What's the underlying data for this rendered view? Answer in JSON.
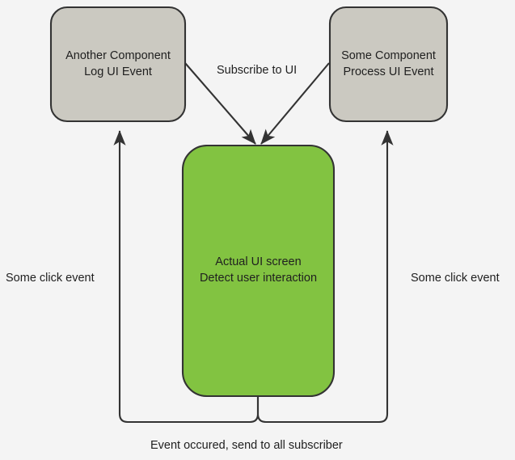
{
  "diagram": {
    "type": "flow-diagram",
    "background_color": "#f4f4f4",
    "nodes": [
      {
        "id": "another-component",
        "line1": "Another Component",
        "line2": "Log UI Event",
        "fill": "#cbc9c1",
        "stroke": "#333333",
        "shape": "rounded-rectangle"
      },
      {
        "id": "some-component",
        "line1": "Some Component",
        "line2": "Process UI Event",
        "fill": "#cbc9c1",
        "stroke": "#333333",
        "shape": "rounded-rectangle"
      },
      {
        "id": "actual-ui-screen",
        "line1": "Actual UI screen",
        "line2": "Detect user interaction",
        "fill": "#82c341",
        "stroke": "#333333",
        "shape": "rounded-rectangle"
      }
    ],
    "edges": [
      {
        "id": "edge-subscribe-left",
        "from": "another-component",
        "to": "actual-ui-screen",
        "label": "Subscribe to UI",
        "style": "straight-arrow"
      },
      {
        "id": "edge-subscribe-right",
        "from": "some-component",
        "to": "actual-ui-screen",
        "label": "",
        "style": "straight-arrow"
      },
      {
        "id": "edge-click-left",
        "from": "actual-ui-screen",
        "to": "another-component",
        "label": "Some click event",
        "style": "orthogonal-arrow"
      },
      {
        "id": "edge-click-right",
        "from": "actual-ui-screen",
        "to": "some-component",
        "label": "Some click event",
        "style": "orthogonal-arrow"
      }
    ],
    "bottom_label": "Event occured, send to all subscriber"
  }
}
